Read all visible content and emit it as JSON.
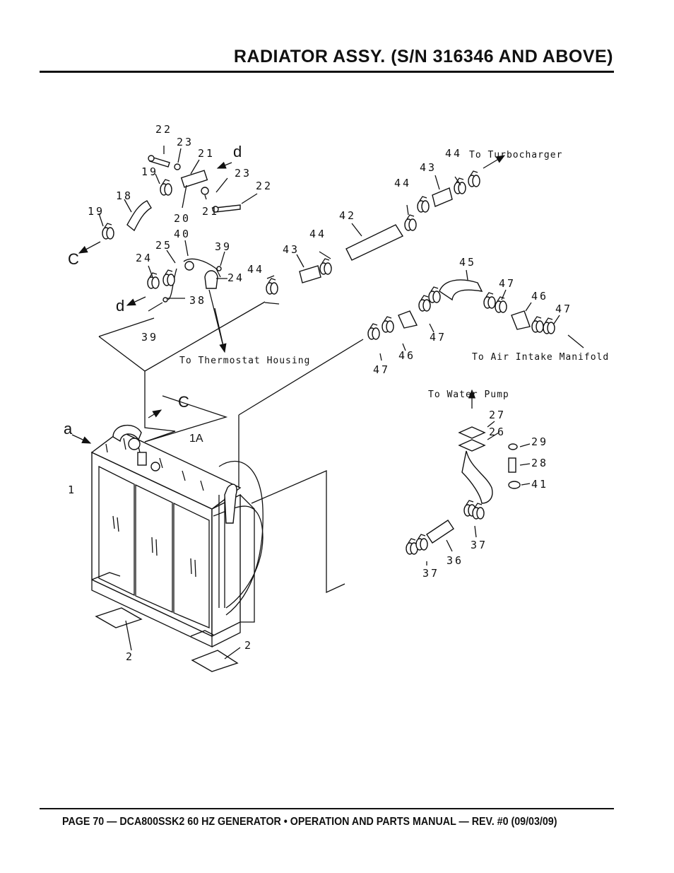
{
  "header": {
    "title": "RADIATOR ASSY. (S/N 316346 AND ABOVE)"
  },
  "footer": {
    "text": "PAGE 70 — DCA800SSK2 60 HZ GENERATOR • OPERATION AND PARTS MANUAL — REV. #0 (09/03/09)"
  },
  "diagram": {
    "callouts": {
      "c22a": "22",
      "c23a": "23",
      "c21a": "21",
      "c19a": "19",
      "c18": "18",
      "c23b": "23",
      "c22b": "22",
      "c21b": "21",
      "c20": "20",
      "c19b": "19",
      "c40": "40",
      "c25": "25",
      "c39a": "39",
      "c24a": "24",
      "c24b": "24",
      "c38": "38",
      "c39b": "39",
      "c44a": "44",
      "c43a": "43",
      "c44b": "44",
      "c42": "42",
      "c44c": "44",
      "c43b": "43",
      "c44d": "44",
      "c45": "45",
      "c47a": "47",
      "c46a": "46",
      "c47b": "47",
      "c47c": "47",
      "c46b": "46",
      "c47d": "47",
      "c27": "27",
      "c26": "26",
      "c29": "29",
      "c28": "28",
      "c41": "41",
      "c37a": "37",
      "c36": "36",
      "c37b": "37",
      "c1": "1",
      "c1A": "1A",
      "c2a": "2",
      "c2b": "2"
    },
    "letters": {
      "a": "a",
      "c_top": "C",
      "c_left": "C",
      "d_top": "d",
      "d_left": "d"
    },
    "notes": {
      "turbo": "To Turbocharger",
      "thermostat": "To Thermostat Housing",
      "air_intake": "To Air Intake Manifold",
      "water_pump": "To Water Pump"
    }
  }
}
